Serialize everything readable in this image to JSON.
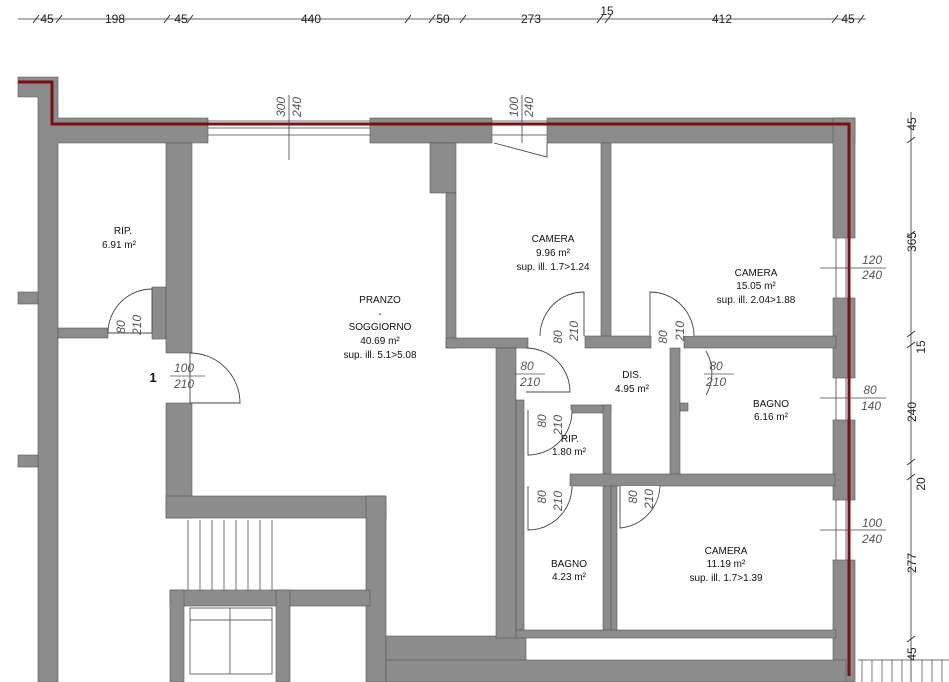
{
  "top_dimensions": [
    "45",
    "198",
    "45",
    "440",
    "50",
    "273",
    "15",
    "412",
    "45"
  ],
  "right_dimensions": [
    "45",
    "365",
    "15",
    "240",
    "20",
    "277",
    "45"
  ],
  "rooms": {
    "rip1": {
      "name": "RIP.",
      "area": "6.91 m²"
    },
    "pranzo": {
      "name": "PRANZO",
      "dash": "-",
      "name2": "SOGGIORNO",
      "area": "40.69 m²",
      "illum": "sup. ill. 5.1>5.08"
    },
    "camera1": {
      "name": "CAMERA",
      "area": "9.96 m²",
      "illum": "sup. ill. 1.7>1.24"
    },
    "camera2": {
      "name": "CAMERA",
      "area": "15.05 m²",
      "illum": "sup. ill. 2.04>1.88"
    },
    "dis": {
      "name": "DIS.",
      "area": "4.95 m²"
    },
    "bagno1": {
      "name": "BAGNO",
      "area": "6.16 m²"
    },
    "rip2": {
      "name": "RIP.",
      "area": "1.80 m²"
    },
    "bagno2": {
      "name": "BAGNO",
      "area": "4.23 m²"
    },
    "camera3": {
      "name": "CAMERA",
      "area": "11.19 m²",
      "illum": "sup. ill. 1.7>1.39"
    }
  },
  "apartment_number": "1",
  "openings": {
    "w_top_living": {
      "w": "300",
      "h": "240"
    },
    "w_top_camera": {
      "w": "100",
      "h": "240"
    },
    "w_right_camera2": {
      "w": "120",
      "h": "240"
    },
    "w_right_bagno": {
      "w": "80",
      "h": "140"
    },
    "w_right_camera3": {
      "w": "100",
      "h": "240"
    },
    "d_rip1": {
      "w": "80",
      "h": "210"
    },
    "d_entry": {
      "w": "100",
      "h": "210"
    },
    "d_camera1": {
      "w": "80",
      "h": "210"
    },
    "d_camera2": {
      "w": "80",
      "h": "210"
    },
    "d_dis_left": {
      "w": "80",
      "h": "210"
    },
    "d_bagno1": {
      "w": "80",
      "h": "210"
    },
    "d_rip2": {
      "w": "80",
      "h": "210"
    },
    "d_bagno2": {
      "w": "80",
      "h": "210"
    },
    "d_camera3": {
      "w": "80",
      "h": "210"
    }
  },
  "colors": {
    "wall": "#8c8c8c",
    "facade_line": "#7a0f14",
    "background": "#ffffff"
  }
}
